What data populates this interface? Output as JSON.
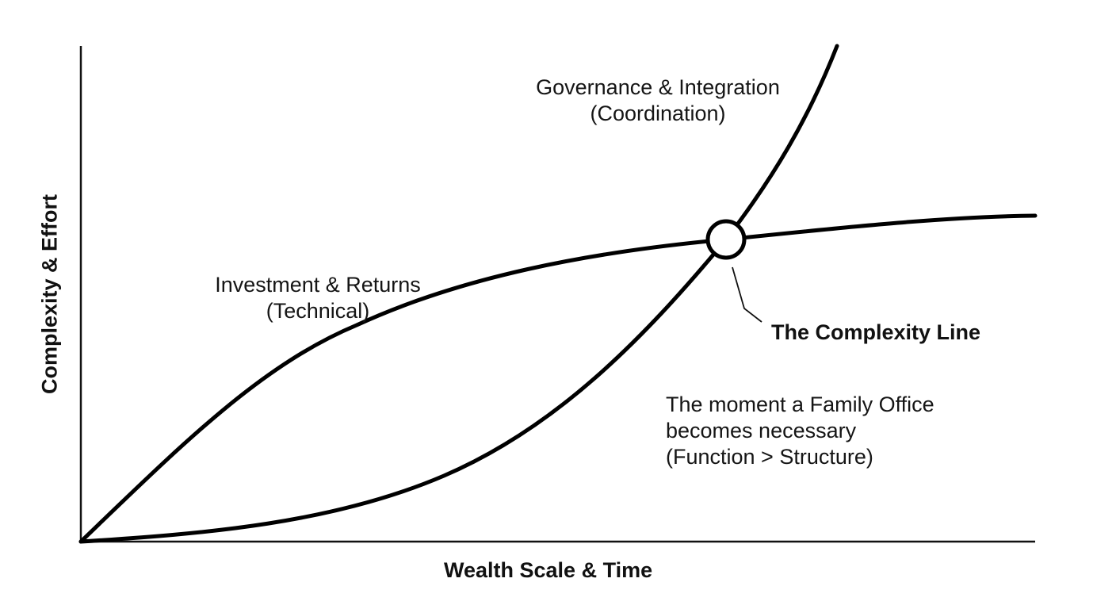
{
  "chart_data": {
    "type": "line",
    "title": "",
    "xlabel": "Wealth Scale & Time",
    "ylabel": "Complexity & Effort",
    "grid": false,
    "legend": "none (series labeled inline)",
    "x_range": [
      0,
      100
    ],
    "y_range": [
      0,
      100
    ],
    "series": [
      {
        "name": "Investment & Returns (Technical)",
        "label_lines": [
          "Investment & Returns",
          "(Technical)"
        ],
        "shape": "concave, rising fast then flattening",
        "x": [
          0,
          10,
          20,
          30,
          40,
          50,
          60,
          67,
          80,
          90,
          100
        ],
        "y": [
          0,
          22,
          39,
          51,
          59,
          66,
          71,
          73.5,
          75.5,
          76.5,
          77
        ]
      },
      {
        "name": "Governance & Integration (Coordination)",
        "label_lines": [
          "Governance & Integration",
          "(Coordination)"
        ],
        "shape": "convex, slow start then accelerating",
        "x": [
          0,
          10,
          20,
          30,
          40,
          50,
          60,
          67,
          75,
          79
        ],
        "y": [
          0,
          2,
          5,
          10,
          18,
          30,
          50,
          73.5,
          100,
          112
        ]
      }
    ],
    "annotations": [
      {
        "type": "marker",
        "shape": "open circle",
        "at": {
          "x": 67,
          "y": 73.5
        },
        "label": "The Complexity Line",
        "description_lines": [
          "The moment a Family Office",
          "becomes necessary",
          "(Function > Structure)"
        ]
      }
    ]
  },
  "labels": {
    "governance": {
      "line1": "Governance & Integration",
      "line2": "(Coordination)"
    },
    "investment": {
      "line1": "Investment & Returns",
      "line2": "(Technical)"
    },
    "complexity_line": "The Complexity Line",
    "description": {
      "line1": "The moment a Family Office",
      "line2": "becomes necessary",
      "line3": "(Function > Structure)"
    },
    "x_axis": "Wealth Scale & Time",
    "y_axis": "Complexity & Effort"
  },
  "colors": {
    "stroke": "#000000",
    "background": "#ffffff",
    "text": "#151515"
  }
}
